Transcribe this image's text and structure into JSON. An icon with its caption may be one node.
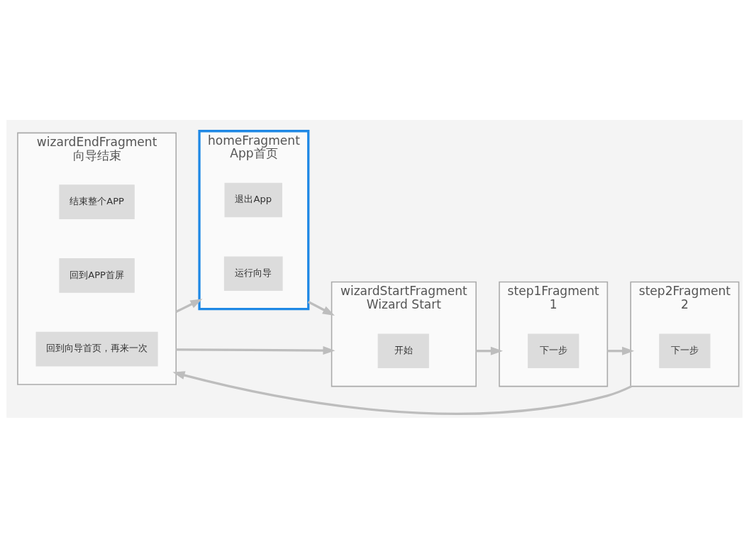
{
  "diagram": {
    "nodes": [
      {
        "text": [
          "wizardEndFragment",
          "向导结束"
        ]
      },
      {
        "text": [
          "回到向导首页，再来一次"
        ],
        "in": 0
      },
      {
        "text": [
          "回到APP首屏"
        ],
        "in": 0
      },
      {
        "text": [
          "结束整个APP"
        ],
        "in": 0
      },
      {
        "text": [
          "homeFragment",
          "App首页"
        ]
      },
      {
        "text": [
          "运行向导"
        ],
        "in": 4
      },
      {
        "text": [
          "退出App"
        ],
        "in": 4
      },
      {
        "text": [
          "wizardStartFragment",
          "Wizard Start"
        ]
      },
      {
        "text": [
          "开始"
        ],
        "in": 7
      },
      {
        "text": [
          "step1Fragment",
          "1"
        ]
      },
      {
        "text": [
          "下一步"
        ],
        "in": 9
      },
      {
        "text": [
          "step2Fragment",
          "2"
        ]
      },
      {
        "text": [
          "下一步"
        ],
        "in": 11
      }
    ],
    "edges": [
      {
        "from": 0,
        "to": 7,
        "arrow": "to"
      },
      {
        "from": 0,
        "to": 4,
        "arrow": "to"
      },
      {
        "from": 4,
        "to": 7,
        "arrow": "to"
      },
      {
        "from": 7,
        "to": 9,
        "arrow": "to"
      },
      {
        "from": 9,
        "to": 11,
        "arrow": "to"
      },
      {
        "from": 11,
        "to": 0,
        "arrow": "to"
      }
    ]
  }
}
